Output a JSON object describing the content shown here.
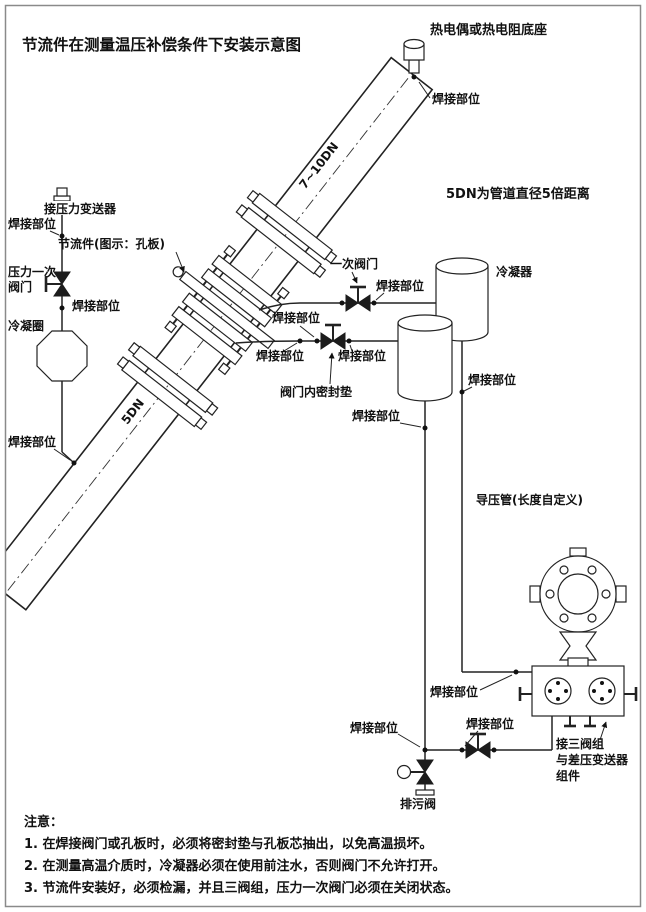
{
  "title": "节流件在测量温压补偿条件下安装示意图",
  "diagram": {
    "thermo_base": "热电偶或热电阻底座",
    "weld": "焊接部位",
    "dn_note": "5DN为管道直径5倍距离",
    "dim_7_10dn": "7~10DN",
    "dim_5dn": "5DN",
    "connect_pressure_transmitter": "接压力变送器",
    "throttle_device": "节流件(图示：孔板)",
    "pressure_primary_valve_l1": "压力一次",
    "pressure_primary_valve_l2": "阀门",
    "condensing_ring": "冷凝圈",
    "primary_valve": "一次阀门",
    "condenser": "冷凝器",
    "valve_inner_gasket": "阀门内密封垫",
    "impulse_pipe": "导压管(长度自定义)",
    "three_valve_l1": "接三阀组",
    "three_valve_l2": "与差压变送器",
    "three_valve_l3": "组件",
    "drain_valve": "排污阀"
  },
  "notes": {
    "heading": "注意：",
    "items": [
      "1. 在焊接阀门或孔板时，必须将密封垫与孔板芯抽出，以免高温损坏。",
      "2. 在测量高温介质时，冷凝器必须在使用前注水，否则阀门不允许打开。",
      "3. 节流件安装好，必须检漏，并且三阀组，压力一次阀门必须在关闭状态。"
    ]
  }
}
